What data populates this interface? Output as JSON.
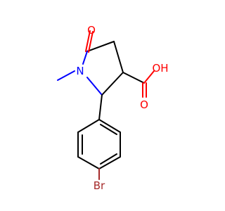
{
  "molecule": {
    "atoms": {
      "ketone_o": "O",
      "ring_n": "N",
      "acid_oh": "OH",
      "acid_o": "O",
      "bromine": "Br"
    },
    "colors": {
      "oxygen": "#ff0000",
      "nitrogen": "#0000ff",
      "bromine": "#a52a2a",
      "carbon": "#000000"
    }
  }
}
